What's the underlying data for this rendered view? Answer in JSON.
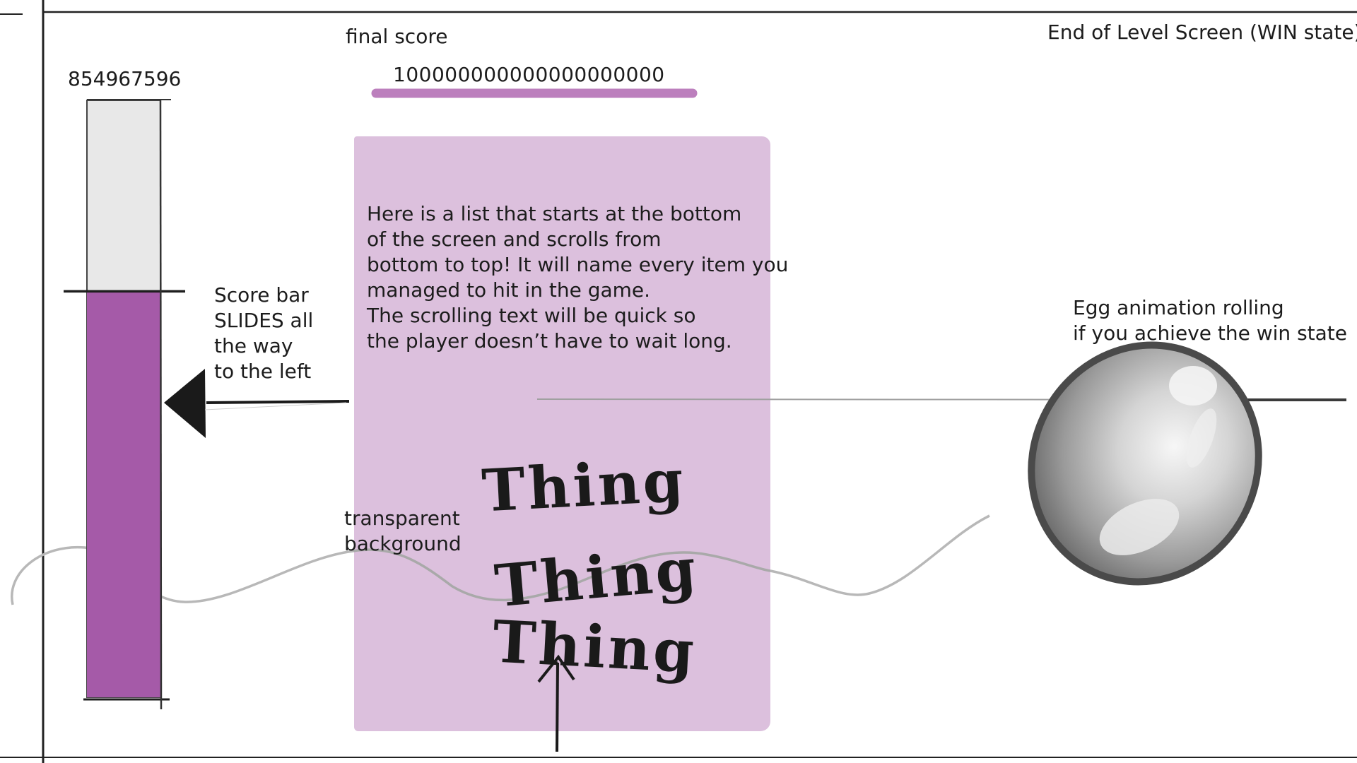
{
  "page_title": "End of Level Screen (WIN state)",
  "final_score": {
    "label": "final score",
    "value": "100000000000000000000"
  },
  "score_bar": {
    "value_label": "854967596",
    "fill_fraction": 0.68,
    "fill_color": "#a55aa8",
    "empty_color": "#e8e8e8"
  },
  "annotations": {
    "slide_note": [
      "Score bar",
      "SLIDES all",
      "the way",
      "to the left"
    ],
    "egg_note": [
      "Egg animation rolling",
      "if you achieve the win state"
    ],
    "background_note": [
      "transparent",
      "background"
    ]
  },
  "scroll_list": {
    "panel_color": "#dcc0dd",
    "description": [
      "Here is a list that starts at the bottom",
      "of the screen and scrolls from",
      "bottom to top! It will name every item you",
      "managed to hit in the game.",
      "The scrolling text will be quick so",
      "the player doesn’t have to wait long."
    ],
    "items": [
      "Thing",
      "Thing",
      "Thing"
    ]
  },
  "icons": {
    "arrow": "arrow-left-icon",
    "scroll_arrow": "arrow-up-icon",
    "egg": "egg-icon"
  }
}
